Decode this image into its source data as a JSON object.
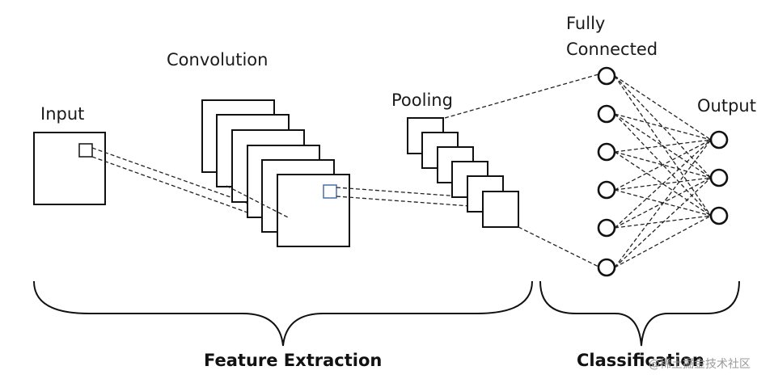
{
  "labels": {
    "input": "Input",
    "convolution": "Convolution",
    "pooling": "Pooling",
    "fully_connected_line1": "Fully",
    "fully_connected_line2": "Connected",
    "output": "Output",
    "feature_extraction": "Feature Extraction",
    "classification": "Classification",
    "watermark": "@稀土掘金技术社区"
  },
  "colors": {
    "line": "#222222",
    "receptive_field": "#4a6fa5",
    "background": "#ffffff"
  },
  "network": {
    "hidden_nodes": 6,
    "output_nodes": 3,
    "conv_feature_maps": 6,
    "pool_feature_maps": 6
  }
}
